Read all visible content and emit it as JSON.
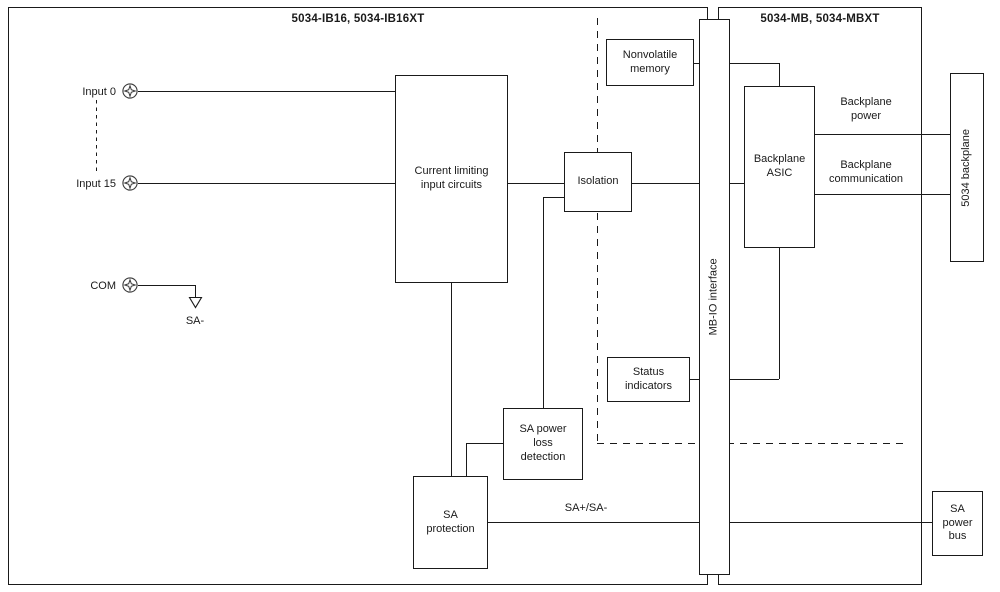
{
  "diagram": {
    "left_module_title": "5034-IB16, 5034-IB16XT",
    "right_module_title": "5034-MB, 5034-MBXT",
    "terminals": {
      "input0": "Input 0",
      "input15": "Input 15",
      "com": "COM"
    },
    "blocks": {
      "current_limiting": "Current limiting\ninput circuits",
      "isolation": "Isolation",
      "nonvolatile_memory": "Nonvolatile\nmemory",
      "mb_io_interface": "MB-IO interface",
      "backplane_asic": "Backplane\nASIC",
      "status_indicators": "Status\nindicators",
      "sa_power_loss_detection": "SA power\nloss\ndetection",
      "sa_protection": "SA\nprotection",
      "sa_power_bus": "SA\npower\nbus",
      "backplane_5034": "5034 backplane"
    },
    "wire_labels": {
      "sa_minus": "SA-",
      "sa_bus": "SA+/SA-",
      "backplane_power": "Backplane\npower",
      "backplane_communication": "Backplane\ncommunication"
    },
    "colors": {
      "line": "#1a1a1a",
      "background": "#ffffff"
    }
  }
}
